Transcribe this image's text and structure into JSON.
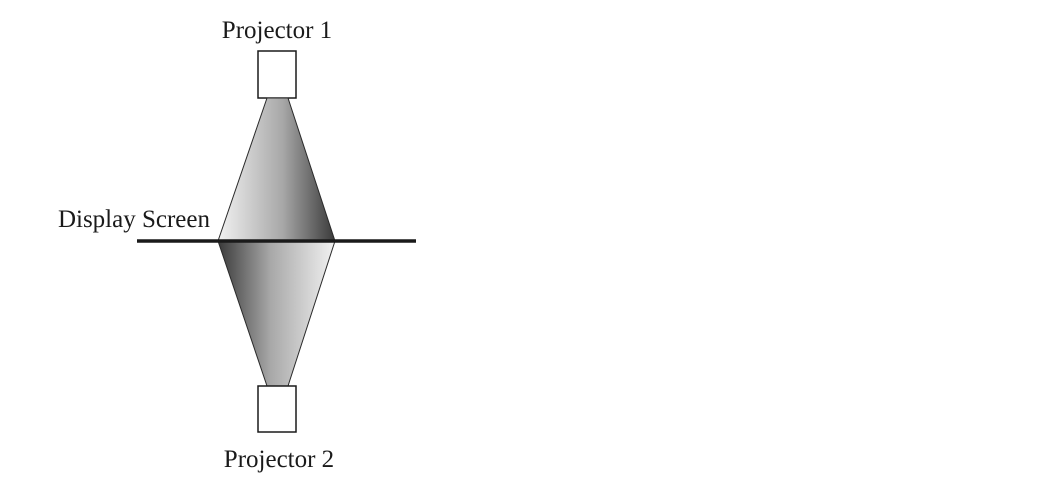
{
  "labels": {
    "projector_top": "Projector 1",
    "projector_bottom": "Projector 2",
    "screen": "Display Screen"
  },
  "colors": {
    "line": "#1a1a1a",
    "beam_light": "#f2f2f2",
    "beam_mid": "#a8a8a8",
    "beam_dark": "#3a3a3a",
    "box_fill": "#ffffff"
  }
}
